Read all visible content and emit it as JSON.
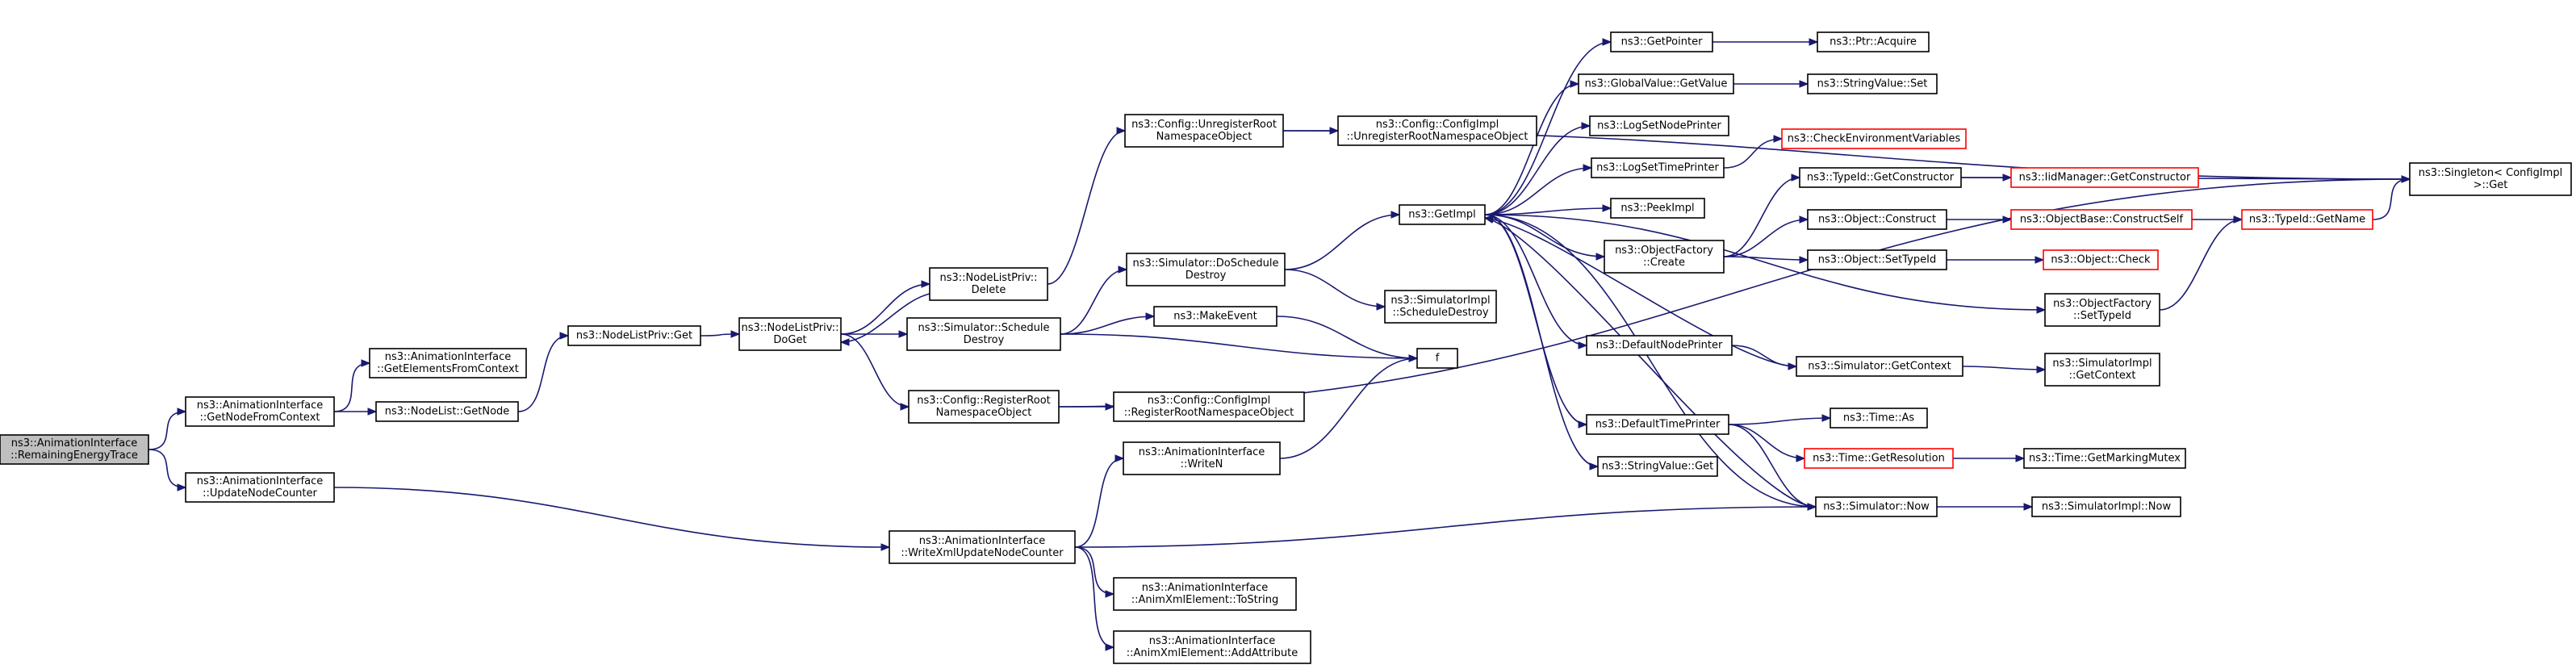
{
  "colors": {
    "edge": "#191970",
    "border": "#000000",
    "border_incomplete": "#ff0000",
    "root_fill": "#bfbfbf"
  },
  "nodes": [
    {
      "id": "root",
      "lines": [
        "ns3::AnimationInterface",
        "::RemainingEnergyTrace"
      ],
      "style": "root"
    },
    {
      "id": "getNodeFromContext",
      "lines": [
        "ns3::AnimationInterface",
        "::GetNodeFromContext"
      ],
      "style": "normal"
    },
    {
      "id": "updateNodeCounter",
      "lines": [
        "ns3::AnimationInterface",
        "::UpdateNodeCounter"
      ],
      "style": "normal"
    },
    {
      "id": "getElementsFromContext",
      "lines": [
        "ns3::AnimationInterface",
        "::GetElementsFromContext"
      ],
      "style": "normal"
    },
    {
      "id": "nodeListGetNode",
      "lines": [
        "ns3::NodeList::GetNode"
      ],
      "style": "normal"
    },
    {
      "id": "nodeListPrivGet",
      "lines": [
        "ns3::NodeListPriv::Get"
      ],
      "style": "normal"
    },
    {
      "id": "nodeListPrivDoGet",
      "lines": [
        "ns3::NodeListPriv::",
        "DoGet"
      ],
      "style": "normal"
    },
    {
      "id": "nodeListPrivDelete",
      "lines": [
        "ns3::NodeListPriv::",
        "Delete"
      ],
      "style": "normal"
    },
    {
      "id": "configUnregisterRoot",
      "lines": [
        "ns3::Config::UnregisterRoot",
        "NamespaceObject"
      ],
      "style": "normal"
    },
    {
      "id": "configImplUnregister",
      "lines": [
        "ns3::Config::ConfigImpl",
        "::UnregisterRootNamespaceObject"
      ],
      "style": "normal"
    },
    {
      "id": "simDoScheduleDestroy",
      "lines": [
        "ns3::Simulator::DoSchedule",
        "Destroy"
      ],
      "style": "normal"
    },
    {
      "id": "simScheduleDestroy",
      "lines": [
        "ns3::Simulator::Schedule",
        "Destroy"
      ],
      "style": "normal"
    },
    {
      "id": "makeEvent",
      "lines": [
        "ns3::MakeEvent"
      ],
      "style": "normal"
    },
    {
      "id": "configRegisterRoot",
      "lines": [
        "ns3::Config::RegisterRoot",
        "NamespaceObject"
      ],
      "style": "normal"
    },
    {
      "id": "configImplRegister",
      "lines": [
        "ns3::Config::ConfigImpl",
        "::RegisterRootNamespaceObject"
      ],
      "style": "normal"
    },
    {
      "id": "writeN",
      "lines": [
        "ns3::AnimationInterface",
        "::WriteN"
      ],
      "style": "normal"
    },
    {
      "id": "writeXmlUpdateNodeCounter",
      "lines": [
        "ns3::AnimationInterface",
        "::WriteXmlUpdateNodeCounter"
      ],
      "style": "normal"
    },
    {
      "id": "animXmlToString",
      "lines": [
        "ns3::AnimationInterface",
        "::AnimXmlElement::ToString"
      ],
      "style": "normal"
    },
    {
      "id": "animXmlAddAttribute",
      "lines": [
        "ns3::AnimationInterface",
        "::AnimXmlElement::AddAttribute"
      ],
      "style": "normal"
    },
    {
      "id": "simImplScheduleDestroy",
      "lines": [
        "ns3::SimulatorImpl",
        "::ScheduleDestroy"
      ],
      "style": "normal"
    },
    {
      "id": "f",
      "lines": [
        "f"
      ],
      "style": "normal"
    },
    {
      "id": "getImpl",
      "lines": [
        "ns3::GetImpl"
      ],
      "style": "normal"
    },
    {
      "id": "getPointer",
      "lines": [
        "ns3::GetPointer"
      ],
      "style": "normal"
    },
    {
      "id": "globalValueGetValue",
      "lines": [
        "ns3::GlobalValue::GetValue"
      ],
      "style": "normal"
    },
    {
      "id": "logSetNodePrinter",
      "lines": [
        "ns3::LogSetNodePrinter"
      ],
      "style": "normal"
    },
    {
      "id": "logSetTimePrinter",
      "lines": [
        "ns3::LogSetTimePrinter"
      ],
      "style": "normal"
    },
    {
      "id": "peekImpl",
      "lines": [
        "ns3::PeekImpl"
      ],
      "style": "normal"
    },
    {
      "id": "objectFactoryCreate",
      "lines": [
        "ns3::ObjectFactory",
        "::Create"
      ],
      "style": "normal"
    },
    {
      "id": "defaultNodePrinter",
      "lines": [
        "ns3::DefaultNodePrinter"
      ],
      "style": "normal"
    },
    {
      "id": "defaultTimePrinter",
      "lines": [
        "ns3::DefaultTimePrinter"
      ],
      "style": "normal"
    },
    {
      "id": "stringValueGet",
      "lines": [
        "ns3::StringValue::Get"
      ],
      "style": "normal"
    },
    {
      "id": "ptrAcquire",
      "lines": [
        "ns3::Ptr::Acquire"
      ],
      "style": "normal"
    },
    {
      "id": "stringValueSet",
      "lines": [
        "ns3::StringValue::Set"
      ],
      "style": "normal"
    },
    {
      "id": "checkEnvVars",
      "lines": [
        "ns3::CheckEnvironmentVariables"
      ],
      "style": "incomplete"
    },
    {
      "id": "typeIdGetConstructor",
      "lines": [
        "ns3::TypeId::GetConstructor"
      ],
      "style": "normal"
    },
    {
      "id": "objectConstruct",
      "lines": [
        "ns3::Object::Construct"
      ],
      "style": "normal"
    },
    {
      "id": "objectSetTypeId",
      "lines": [
        "ns3::Object::SetTypeId"
      ],
      "style": "normal"
    },
    {
      "id": "objectFactorySetTypeId",
      "lines": [
        "ns3::ObjectFactory",
        "::SetTypeId"
      ],
      "style": "normal"
    },
    {
      "id": "simulatorGetContext",
      "lines": [
        "ns3::Simulator::GetContext"
      ],
      "style": "normal"
    },
    {
      "id": "timeAs",
      "lines": [
        "ns3::Time::As"
      ],
      "style": "normal"
    },
    {
      "id": "timeGetResolution",
      "lines": [
        "ns3::Time::GetResolution"
      ],
      "style": "incomplete"
    },
    {
      "id": "simulatorNow",
      "lines": [
        "ns3::Simulator::Now"
      ],
      "style": "normal"
    },
    {
      "id": "iidManagerGetConstructor",
      "lines": [
        "ns3::IidManager::GetConstructor"
      ],
      "style": "incomplete"
    },
    {
      "id": "objectBaseConstructSelf",
      "lines": [
        "ns3::ObjectBase::ConstructSelf"
      ],
      "style": "incomplete"
    },
    {
      "id": "objectCheck",
      "lines": [
        "ns3::Object::Check"
      ],
      "style": "incomplete"
    },
    {
      "id": "simImplGetContext",
      "lines": [
        "ns3::SimulatorImpl",
        "::GetContext"
      ],
      "style": "normal"
    },
    {
      "id": "timeGetMarkingMutex",
      "lines": [
        "ns3::Time::GetMarkingMutex"
      ],
      "style": "normal"
    },
    {
      "id": "simImplNow",
      "lines": [
        "ns3::SimulatorImpl::Now"
      ],
      "style": "normal"
    },
    {
      "id": "typeIdGetName",
      "lines": [
        "ns3::TypeId::GetName"
      ],
      "style": "incomplete"
    },
    {
      "id": "singletonGet",
      "lines": [
        "ns3::Singleton< ConfigImpl",
        " >::Get"
      ],
      "style": "normal"
    }
  ],
  "edges": [
    [
      "root",
      "getNodeFromContext"
    ],
    [
      "root",
      "updateNodeCounter"
    ],
    [
      "getNodeFromContext",
      "getElementsFromContext"
    ],
    [
      "getNodeFromContext",
      "nodeListGetNode"
    ],
    [
      "nodeListGetNode",
      "nodeListPrivGet"
    ],
    [
      "nodeListPrivGet",
      "nodeListPrivDoGet"
    ],
    [
      "nodeListPrivDoGet",
      "nodeListPrivDelete"
    ],
    [
      "nodeListPrivDelete",
      "nodeListPrivDoGet"
    ],
    [
      "nodeListPrivDelete",
      "configUnregisterRoot"
    ],
    [
      "nodeListPrivDoGet",
      "simScheduleDestroy"
    ],
    [
      "nodeListPrivDoGet",
      "configRegisterRoot"
    ],
    [
      "configUnregisterRoot",
      "configImplUnregister"
    ],
    [
      "configUnregisterRoot",
      "singletonGet"
    ],
    [
      "simScheduleDestroy",
      "simDoScheduleDestroy"
    ],
    [
      "simScheduleDestroy",
      "makeEvent"
    ],
    [
      "simScheduleDestroy",
      "f"
    ],
    [
      "simDoScheduleDestroy",
      "getImpl"
    ],
    [
      "simDoScheduleDestroy",
      "simImplScheduleDestroy"
    ],
    [
      "makeEvent",
      "f"
    ],
    [
      "configRegisterRoot",
      "configImplRegister"
    ],
    [
      "configRegisterRoot",
      "singletonGet"
    ],
    [
      "updateNodeCounter",
      "writeXmlUpdateNodeCounter"
    ],
    [
      "writeXmlUpdateNodeCounter",
      "writeN"
    ],
    [
      "writeXmlUpdateNodeCounter",
      "animXmlToString"
    ],
    [
      "writeXmlUpdateNodeCounter",
      "animXmlAddAttribute"
    ],
    [
      "writeXmlUpdateNodeCounter",
      "simulatorNow"
    ],
    [
      "writeN",
      "f"
    ],
    [
      "getImpl",
      "getPointer"
    ],
    [
      "getImpl",
      "globalValueGetValue"
    ],
    [
      "getImpl",
      "logSetNodePrinter"
    ],
    [
      "getImpl",
      "logSetTimePrinter"
    ],
    [
      "getImpl",
      "peekImpl"
    ],
    [
      "getImpl",
      "objectFactoryCreate"
    ],
    [
      "getImpl",
      "objectFactorySetTypeId"
    ],
    [
      "getImpl",
      "defaultNodePrinter"
    ],
    [
      "getImpl",
      "defaultTimePrinter"
    ],
    [
      "getImpl",
      "stringValueGet"
    ],
    [
      "getImpl",
      "simulatorNow"
    ],
    [
      "getPointer",
      "ptrAcquire"
    ],
    [
      "globalValueGetValue",
      "stringValueSet"
    ],
    [
      "logSetTimePrinter",
      "checkEnvVars"
    ],
    [
      "objectFactoryCreate",
      "typeIdGetConstructor"
    ],
    [
      "objectFactoryCreate",
      "objectConstruct"
    ],
    [
      "objectFactoryCreate",
      "objectSetTypeId"
    ],
    [
      "typeIdGetConstructor",
      "iidManagerGetConstructor"
    ],
    [
      "typeIdGetConstructor",
      "singletonGet"
    ],
    [
      "objectConstruct",
      "objectBaseConstructSelf"
    ],
    [
      "objectBaseConstructSelf",
      "typeIdGetName"
    ],
    [
      "typeIdGetName",
      "singletonGet"
    ],
    [
      "objectSetTypeId",
      "objectCheck"
    ],
    [
      "objectFactorySetTypeId",
      "typeIdGetName"
    ],
    [
      "defaultNodePrinter",
      "simulatorGetContext"
    ],
    [
      "simulatorGetContext",
      "getImpl"
    ],
    [
      "simulatorGetContext",
      "simImplGetContext"
    ],
    [
      "defaultTimePrinter",
      "timeAs"
    ],
    [
      "defaultTimePrinter",
      "timeGetResolution"
    ],
    [
      "defaultTimePrinter",
      "simulatorNow"
    ],
    [
      "timeGetResolution",
      "timeGetMarkingMutex"
    ],
    [
      "simulatorNow",
      "getImpl"
    ],
    [
      "simulatorNow",
      "simImplNow"
    ]
  ]
}
